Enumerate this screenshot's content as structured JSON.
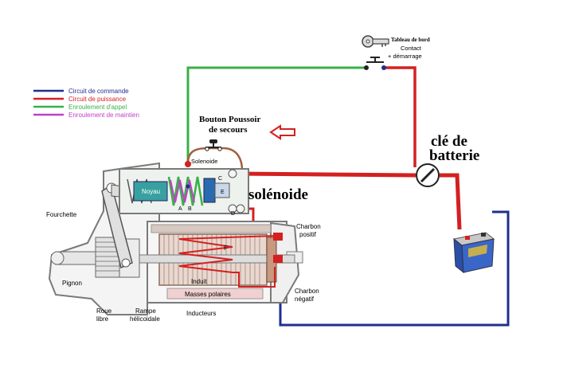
{
  "legend": {
    "items": [
      {
        "label": "Circuit de commande",
        "color": "#1f2f8f"
      },
      {
        "label": "Circuit de puissance",
        "color": "#d42020"
      },
      {
        "label": "Enroulement d'appel",
        "color": "#38b048"
      },
      {
        "label": "Enroulement de maintien",
        "color": "#c040c8"
      }
    ]
  },
  "labels": {
    "tableau_line1": "Tableau de bord",
    "tableau_line2": "Contact",
    "tableau_line3": "+ démarrage",
    "bouton_line1": "Bouton Poussoir",
    "bouton_line2": "de secours",
    "cle_line1": "clé de",
    "cle_line2": "batterie",
    "solenoide_big": "solénoide",
    "solenoide_small": "Solenoide",
    "noyau": "Noyau",
    "contact_a": "A",
    "contact_b": "B",
    "contact_c": "C",
    "contact_d": "D",
    "contact_e": "E",
    "fourchette": "Fourchette",
    "pignon": "Pignon",
    "roue_line1": "Roue",
    "roue_line2": "libre",
    "rampe_line1": "Rampe",
    "rampe_line2": "hélicoidale",
    "inducteurs": "Inducteurs",
    "induit": "Induit",
    "masses": "Masses polaires",
    "f": "F",
    "charbon_pos_line1": "Charbon",
    "charbon_pos_line2": "positif",
    "charbon_neg_line1": "Charbon",
    "charbon_neg_line2": "négatif"
  },
  "colors": {
    "command": "#1f2f8f",
    "power": "#d42020",
    "pull_in": "#38b048",
    "hold": "#c040c8",
    "housing": "#7a7a7a",
    "brown_wire": "#a06040"
  }
}
